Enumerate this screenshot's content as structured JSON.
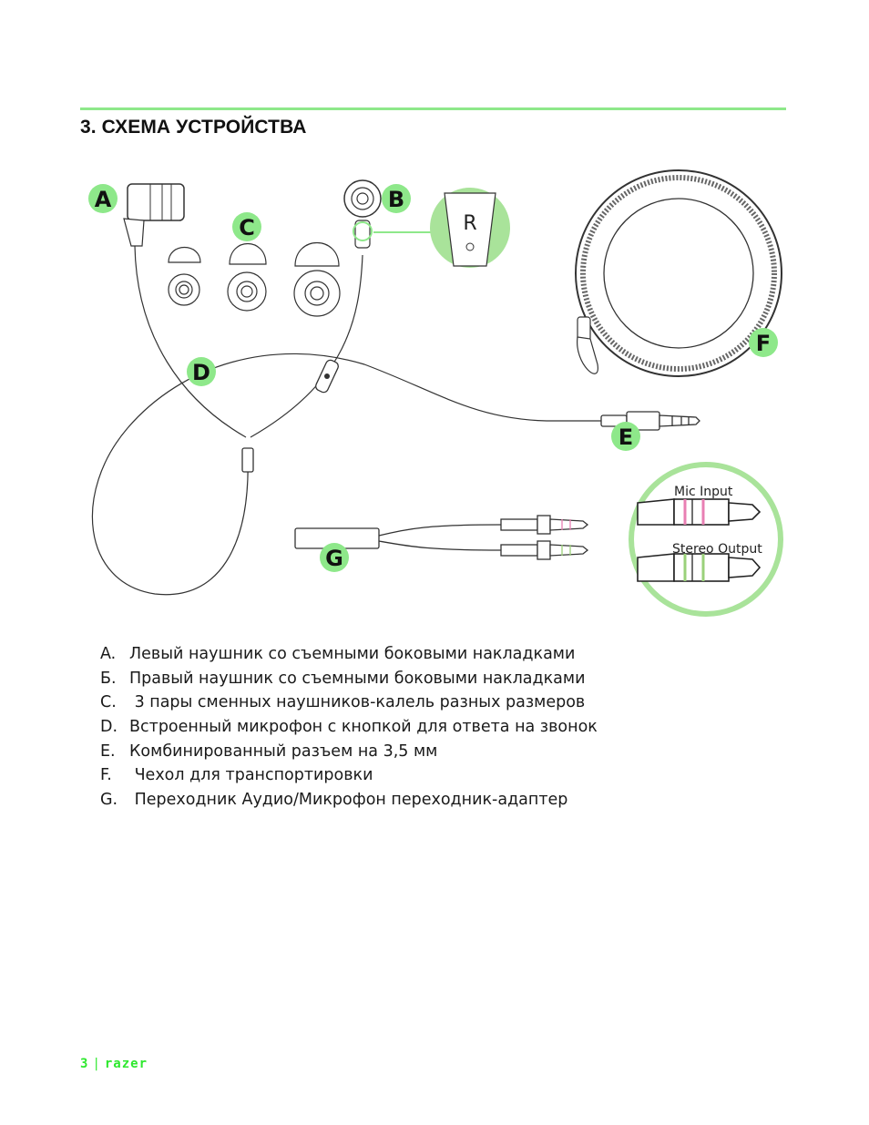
{
  "section": {
    "title": "3. СХЕМА УСТРОЙСТВА"
  },
  "diagram": {
    "callouts": [
      "A",
      "B",
      "C",
      "D",
      "E",
      "F",
      "G"
    ],
    "zoom_label": "R",
    "plug_labels": {
      "mic": "Mic Input",
      "stereo": "Stereo Output"
    },
    "accent_color": "#8ee88a",
    "mic_ring_color": "#e87fb3",
    "stereo_ring_color": "#9ad17a"
  },
  "legend": [
    {
      "letter": "A.",
      "text": "Левый наушник со съемными боковыми накладками"
    },
    {
      "letter": "Б.",
      "text": "Правый наушник со съемными боковыми накладками"
    },
    {
      "letter": "C.",
      "text": " 3 пары сменных наушников-калель разных размеров"
    },
    {
      "letter": "D.",
      "text": "Встроенный микрофон с кнопкой для ответа на звонок"
    },
    {
      "letter": "E.",
      "text": "Комбинированный разъем на 3,5 мм"
    },
    {
      "letter": "F.",
      "text": " Чехол для транспортировки"
    },
    {
      "letter": "G.",
      "text": " Переходник Аудио/Микрофон переходник-адаптер"
    }
  ],
  "footer": {
    "page_number": "3",
    "brand": "razer"
  }
}
